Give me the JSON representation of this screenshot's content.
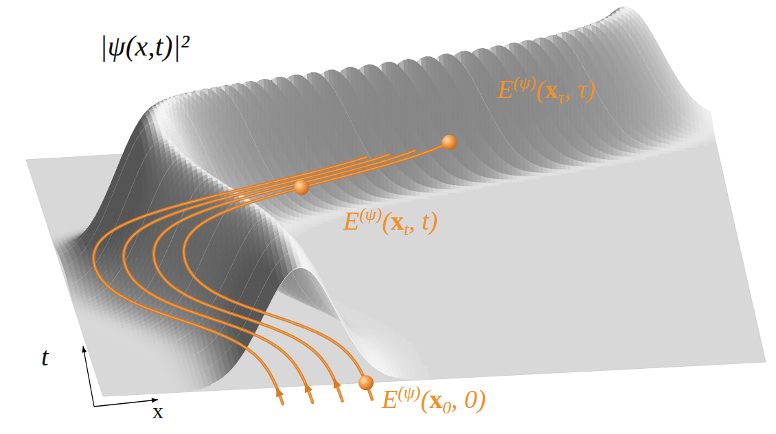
{
  "diagram": {
    "labels": [
      "|ψ(x,t)|²",
      "E(ψ)(xτ, τ)",
      "E(ψ)(xt, t)",
      "E(ψ)(x0, 0)",
      "t",
      "x"
    ]
  }
}
